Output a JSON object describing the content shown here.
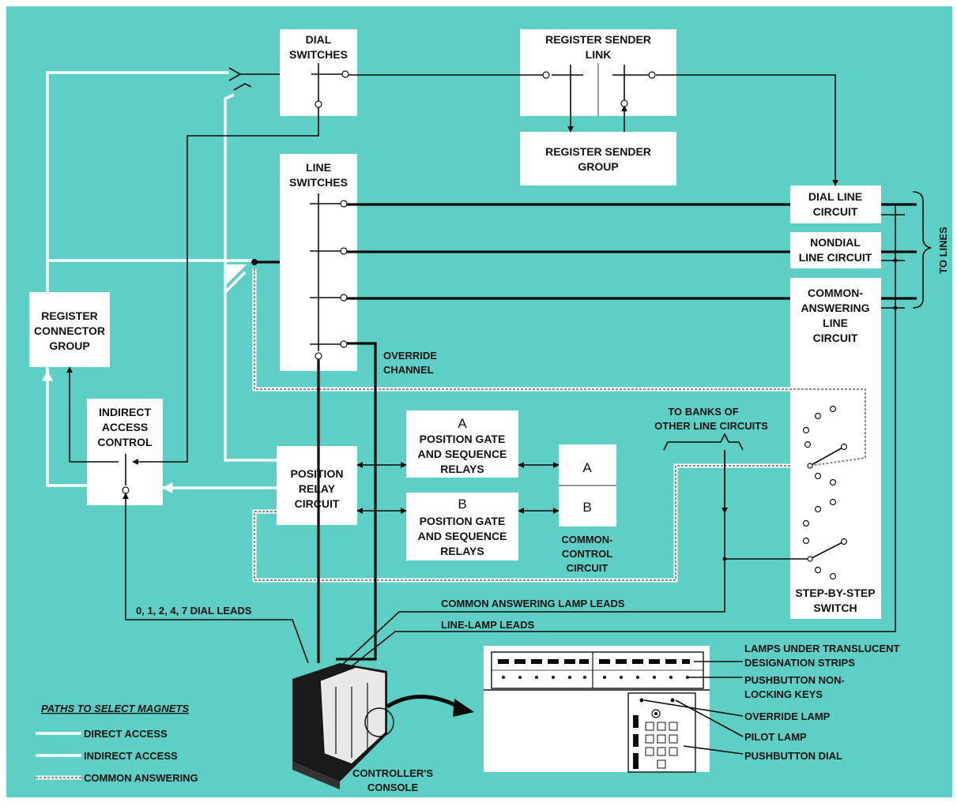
{
  "colors": {
    "background": "#5ecfc4",
    "box": "#ffffff",
    "line": "#0a0a0a",
    "direct_access": "#ffffff",
    "common_answering": "#8a8a8a"
  },
  "blocks": {
    "dial_switches": [
      "DIAL",
      "SWITCHES"
    ],
    "register_sender_link": [
      "REGISTER SENDER",
      "LINK"
    ],
    "register_sender_group": [
      "REGISTER SENDER",
      "GROUP"
    ],
    "line_switches": [
      "LINE",
      "SWITCHES"
    ],
    "dial_line_circuit": [
      "DIAL LINE",
      "CIRCUIT"
    ],
    "nondial_line_circuit": [
      "NONDIAL",
      "LINE CIRCUIT"
    ],
    "common_answering_line_circuit": [
      "COMMON-",
      "ANSWERING",
      "LINE",
      "CIRCUIT"
    ],
    "register_connector_group": [
      "REGISTER",
      "CONNECTOR",
      "GROUP"
    ],
    "indirect_access_control": [
      "INDIRECT",
      "ACCESS",
      "CONTROL"
    ],
    "position_relay_circuit": [
      "POSITION",
      "RELAY",
      "CIRCUIT"
    ],
    "position_gate_a": [
      "A",
      "POSITION GATE",
      "AND SEQUENCE",
      "RELAYS"
    ],
    "position_gate_b": [
      "B",
      "POSITION GATE",
      "AND SEQUENCE",
      "RELAYS"
    ],
    "common_control_a": "A",
    "common_control_b": "B",
    "step_by_step_switch": [
      "STEP-BY-STEP",
      "SWITCH"
    ]
  },
  "labels": {
    "to_lines": "TO LINES",
    "override_channel": [
      "OVERRIDE",
      "CHANNEL"
    ],
    "to_banks": [
      "TO BANKS OF",
      "OTHER LINE CIRCUITS"
    ],
    "common_control_circuit": [
      "COMMON-",
      "CONTROL",
      "CIRCUIT"
    ],
    "dial_leads": "0, 1, 2, 4, 7 DIAL LEADS",
    "common_answering_lamp_leads": "COMMON ANSWERING LAMP LEADS",
    "line_lamp_leads": "LINE-LAMP LEADS",
    "controllers_console": [
      "CONTROLLER'S",
      "CONSOLE"
    ],
    "lamps_under_strips": [
      "LAMPS UNDER TRANSLUCENT",
      "DESIGNATION STRIPS"
    ],
    "pushbutton_keys": [
      "PUSHBUTTON NON-",
      "LOCKING KEYS"
    ],
    "override_lamp": "OVERRIDE LAMP",
    "pilot_lamp": "PILOT LAMP",
    "pushbutton_dial": "PUSHBUTTON DIAL"
  },
  "legend": {
    "title": "PATHS TO SELECT MAGNETS",
    "items": [
      "DIRECT ACCESS",
      "INDIRECT ACCESS",
      "COMMON ANSWERING"
    ]
  }
}
